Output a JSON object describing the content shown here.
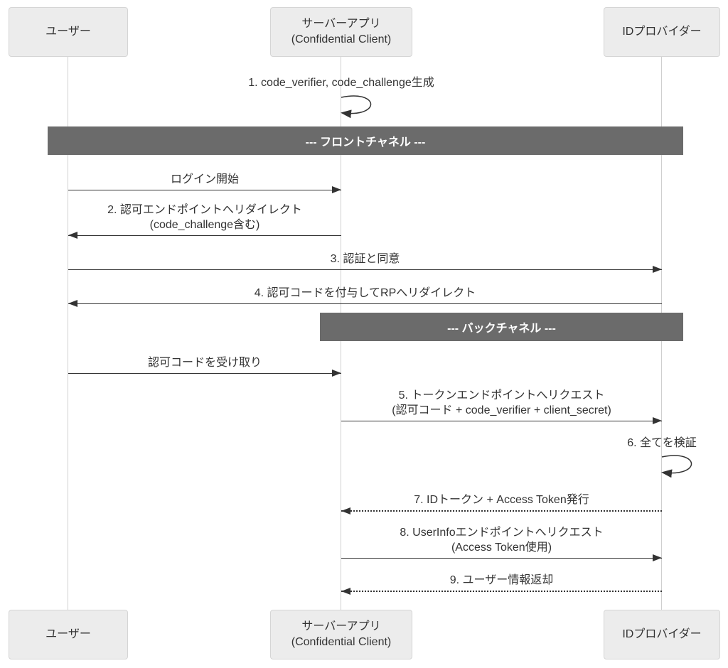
{
  "colors": {
    "band_bg": "#6b6b6b",
    "band_text": "#ffffff",
    "actor_fill": "#ececec",
    "actor_border": "#d5d5d5",
    "line": "#333333",
    "lifeline": "#cfcfcf",
    "bg": "#ffffff"
  },
  "actors": {
    "user": {
      "line1": "ユーザー"
    },
    "server": {
      "line1": "サーバーアプリ",
      "line2": "(Confidential Client)"
    },
    "idp": {
      "line1": "IDプロバイダー"
    }
  },
  "bands": {
    "front_channel": "--- フロントチャネル ---",
    "back_channel": "--- バックチャネル ---"
  },
  "messages": {
    "m1_generate": "1. code_verifier, code_challenge生成",
    "login_start": "ログイン開始",
    "m2_redirect_line1": "2. 認可エンドポイントへリダイレクト",
    "m2_redirect_line2": "(code_challenge含む)",
    "m3_auth_consent": "3. 認証と同意",
    "m4_code_redirect": "4. 認可コードを付与してRPへリダイレクト",
    "receive_code": "認可コードを受け取り",
    "m5_token_request_line1": "5. トークンエンドポイントへリクエスト",
    "m5_token_request_line2": "(認可コード + code_verifier + client_secret)",
    "m6_verify": "6. 全てを検証",
    "m7_issue_tokens": "7. IDトークン + Access Token発行",
    "m8_userinfo_line1": "8. UserInfoエンドポイントへリクエスト",
    "m8_userinfo_line2": "(Access Token使用)",
    "m9_return_userinfo": "9. ユーザー情報返却"
  }
}
